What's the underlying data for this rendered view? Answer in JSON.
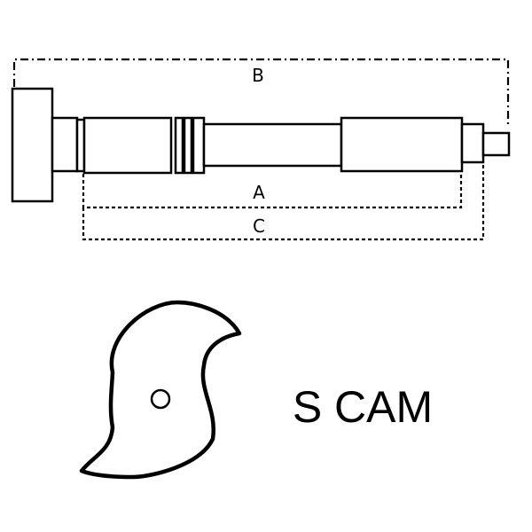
{
  "dimensions": {
    "a_label": "A",
    "b_label": "B",
    "c_label": "C"
  },
  "cam": {
    "label": "S CAM"
  }
}
